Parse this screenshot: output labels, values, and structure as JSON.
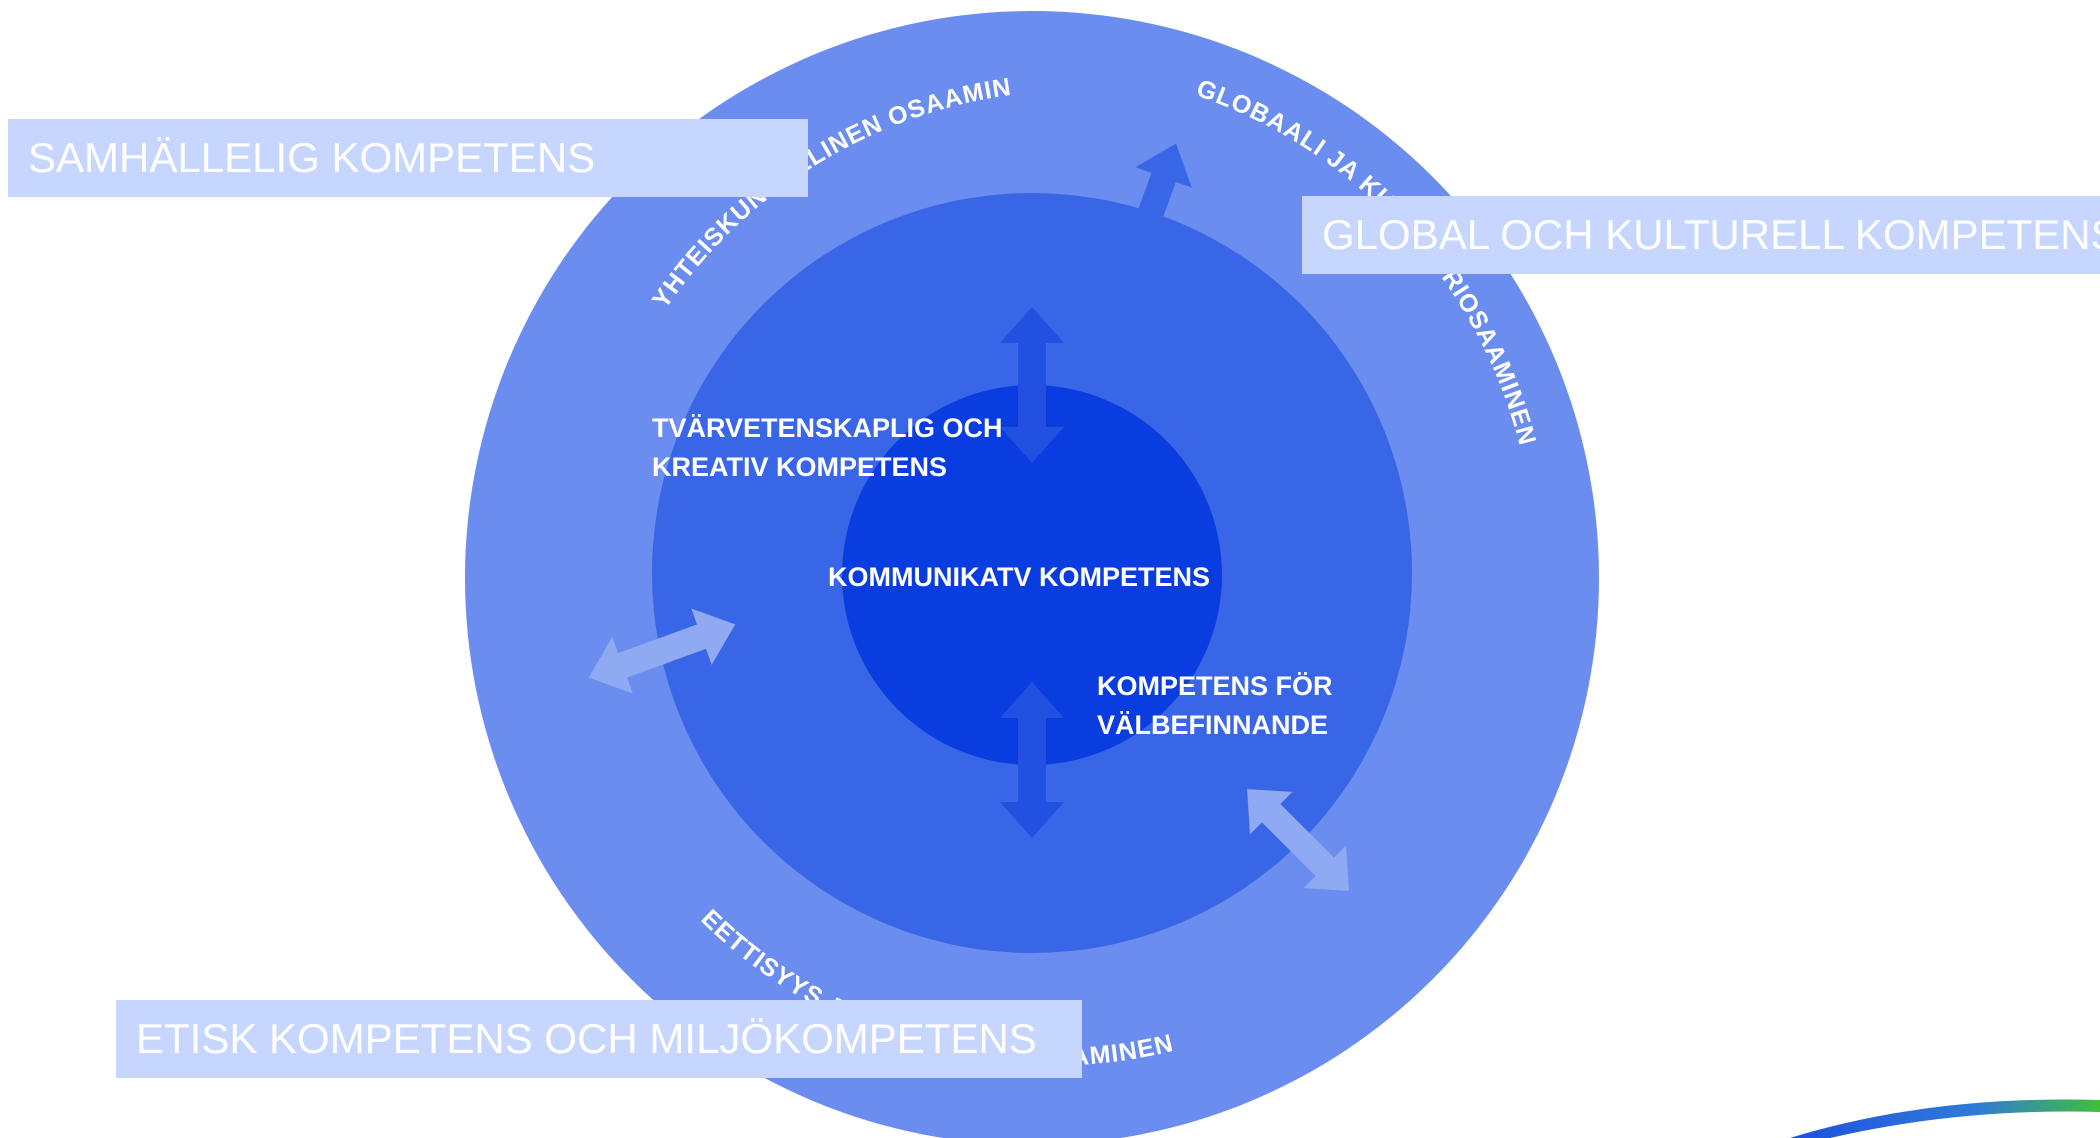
{
  "colors": {
    "outer_ring": "#6b8def",
    "middle_ring": "#3966e6",
    "inner_core": "#0a3ddf",
    "arrow_light": "#8fa9f2",
    "arrow_dark": "#2250e0",
    "label_box": "#c6d6ff",
    "text": "#ffffff"
  },
  "outer_ring_labels": {
    "top_left": "YHTEISKUNNALLINEN OSAAMINEN",
    "top_right": "GLOBAALI JA KULTTUURIOSAAMINEN",
    "bottom": "EETTISYYS JA YMPÄRISTÖOSAAMINEN"
  },
  "inner_labels": {
    "tvarvetenskaplig_line1": "TVÄRVETENSKAPLIG OCH",
    "tvarvetenskaplig_line2": "KREATIV KOMPETENS",
    "kommunikativ": "KOMMUNIKATV KOMPETENS",
    "valbefinnande_line1": "KOMPETENS FÖR",
    "valbefinnande_line2": "VÄLBEFINNANDE"
  },
  "label_boxes": {
    "samhallelig": "SAMHÄLLELIG KOMPETENS",
    "global": "GLOBAL OCH KULTURELL KOMPETENS",
    "etisk": "ETISK KOMPETENS OCH MILJÖKOMPETENS"
  },
  "swoosh_icon": "blue-green-swoosh-logo"
}
